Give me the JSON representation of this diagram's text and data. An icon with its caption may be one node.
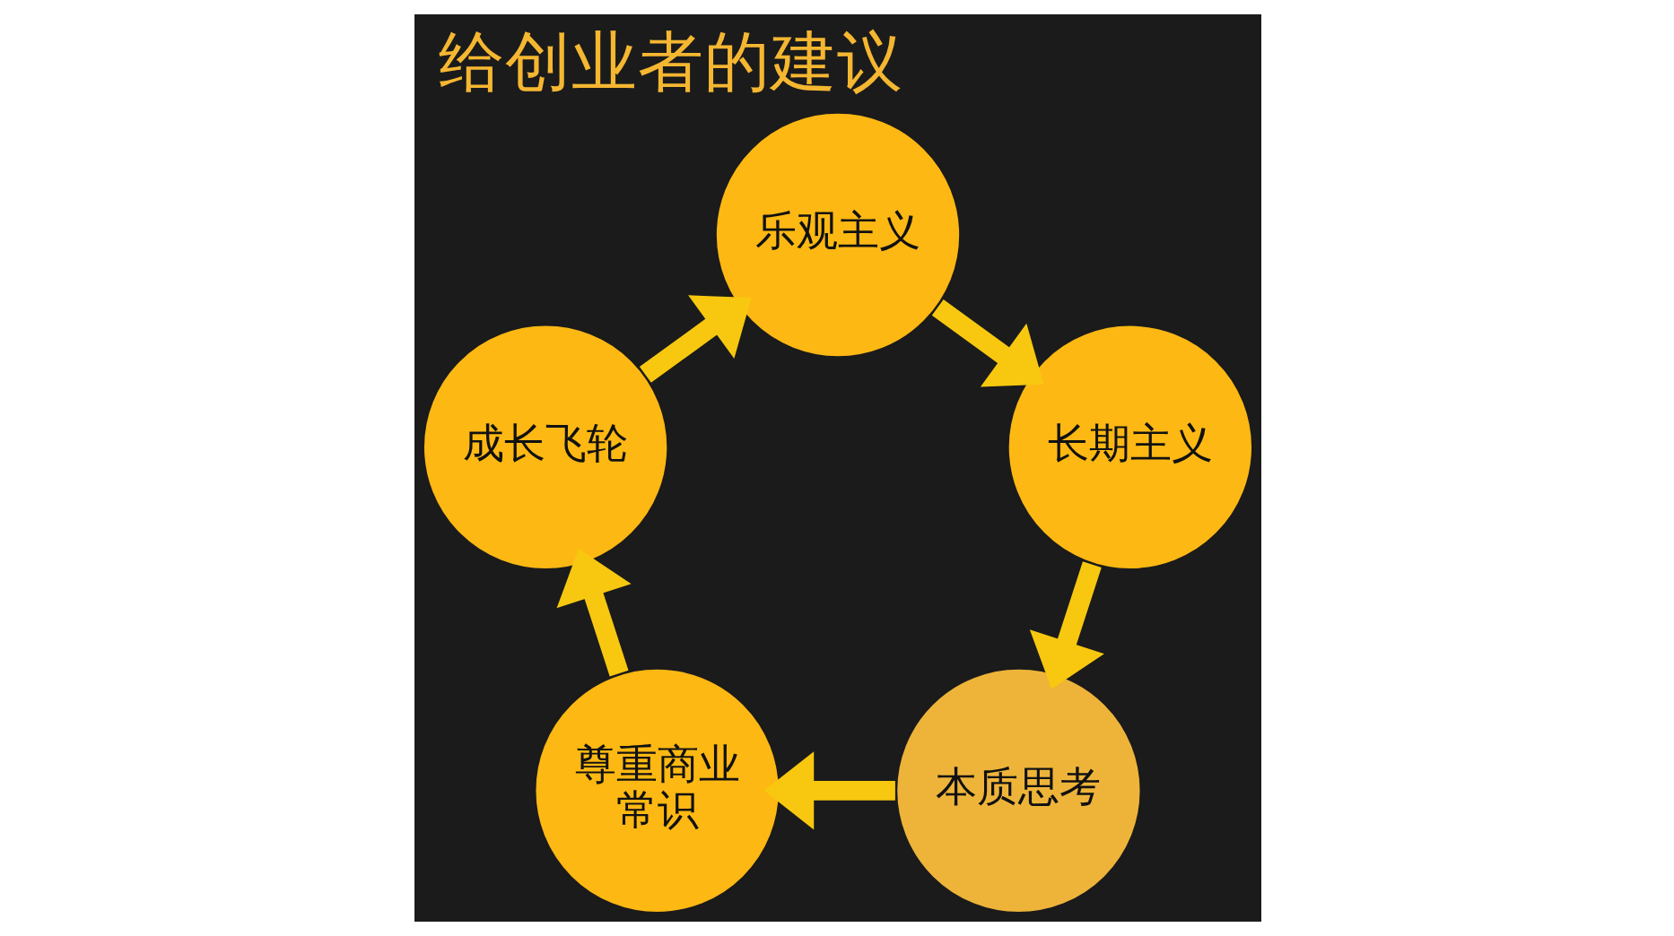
{
  "diagram": {
    "title": "给创业者的建议",
    "nodes": [
      {
        "text": [
          "乐观主义"
        ]
      },
      {
        "text": [
          "长期主义"
        ]
      },
      {
        "text": [
          "本质思考"
        ]
      },
      {
        "text": [
          "尊重商业常识"
        ]
      },
      {
        "text": [
          "成长飞轮"
        ]
      }
    ],
    "edges": [
      {
        "from": 0,
        "to": 1,
        "arrow": "to"
      },
      {
        "from": 1,
        "to": 2,
        "arrow": "to"
      },
      {
        "from": 2,
        "to": 3,
        "arrow": "to"
      },
      {
        "from": 3,
        "to": 4,
        "arrow": "to"
      },
      {
        "from": 4,
        "to": 0,
        "arrow": "to"
      }
    ]
  }
}
